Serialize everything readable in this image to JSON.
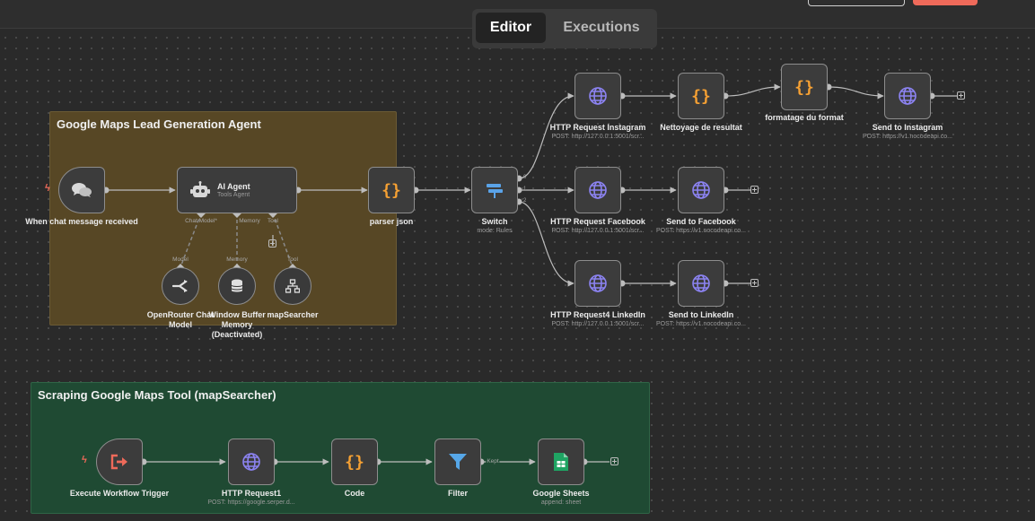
{
  "tabs": {
    "editor": "Editor",
    "executions": "Executions"
  },
  "groups": {
    "lead": "Google Maps Lead Generation Agent",
    "scraping": "Scraping Google Maps Tool (mapSearcher)"
  },
  "nodes": {
    "chat_trigger": "When chat message received",
    "ai_agent": "AI Agent",
    "ai_agent_sub": "Tools Agent",
    "parser": "parser json",
    "switch": "Switch",
    "switch_sub": "mode: Rules",
    "http_instagram": "HTTP Request Instagram",
    "http_instagram_sub": "POST: http://127.0.0.1:5001/scr...",
    "nettoyage": "Nettoyage de resultat",
    "formatage": "formatage du format",
    "send_instagram": "Send to Instagram",
    "send_instagram_sub": "POST: https://v1.nocodeapi.co...",
    "http_facebook": "HTTP Request Facebook",
    "http_facebook_sub": "POST: http://127.0.0.1:5001/scr...",
    "send_facebook": "Send to Facebook",
    "send_facebook_sub": "POST: https://v1.nocodeapi.co...",
    "http_linkedin": "HTTP Request4 LinkedIn",
    "http_linkedin_sub": "POST: http://127.0.0.1:5001/scr...",
    "send_linkedin": "Send to LinkedIn",
    "send_linkedin_sub": "POST: https://v1.nocodeapi.co...",
    "openrouter_1": "OpenRouter Chat",
    "openrouter_2": "Model",
    "memory_1": "Window Buffer",
    "memory_2": "Memory",
    "memory_3": "(Deactivated)",
    "mapsearcher": "mapSearcher",
    "exec_trigger": "Execute Workflow Trigger",
    "http1": "HTTP Request1",
    "http1_sub": "POST: https://google.serper.d...",
    "code": "Code",
    "filter": "Filter",
    "sheets": "Google Sheets",
    "sheets_sub": "append: sheet"
  },
  "ports": {
    "chat_model": "Chat Model*",
    "memory": "Memory",
    "tool": "Tool",
    "model": "Model",
    "memory_in": "Memory",
    "tool_in": "Tool",
    "kept": "Kept",
    "sw0": "0",
    "sw1": "1",
    "sw2": "2"
  },
  "icons": {
    "chat": "chat-icon",
    "robot": "robot-icon",
    "braces": "braces-icon",
    "switch": "switch-icon",
    "globe": "globe-icon",
    "openrouter": "openrouter-icon",
    "database": "database-icon",
    "network": "network-icon",
    "exec": "exec-trigger-icon",
    "filter": "filter-icon",
    "sheets": "sheets-icon"
  },
  "colors": {
    "globe": "#8c83f2",
    "braces": "#f5a033",
    "switch": "#5aa3e8",
    "filter": "#56a7e8",
    "sheets": "#1fa463",
    "exec": "#ef6a5a",
    "bolt": "#ef6a5a"
  }
}
